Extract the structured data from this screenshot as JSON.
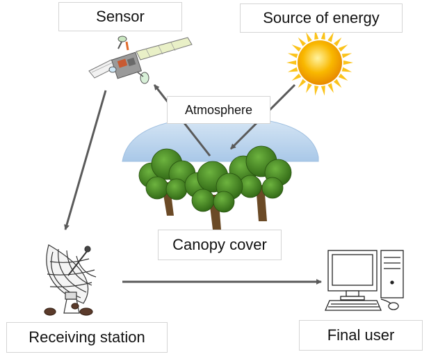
{
  "labels": {
    "sensor": "Sensor",
    "energy": "Source of energy",
    "atmosphere": "Atmosphere",
    "canopy": "Canopy cover",
    "receiving": "Receiving station",
    "user": "Final user"
  },
  "colors": {
    "arrow": "#5a5a5a",
    "atmosphere_fill": "#b9d3ec",
    "sun_core": "#f7a600",
    "sun_rays": "#fbc31a",
    "foliage": "#3a7a1e",
    "trunk": "#6b4a26"
  },
  "icons": [
    "satellite-icon",
    "sun-icon",
    "tree-icon",
    "satellite-dish-icon",
    "computer-icon"
  ]
}
